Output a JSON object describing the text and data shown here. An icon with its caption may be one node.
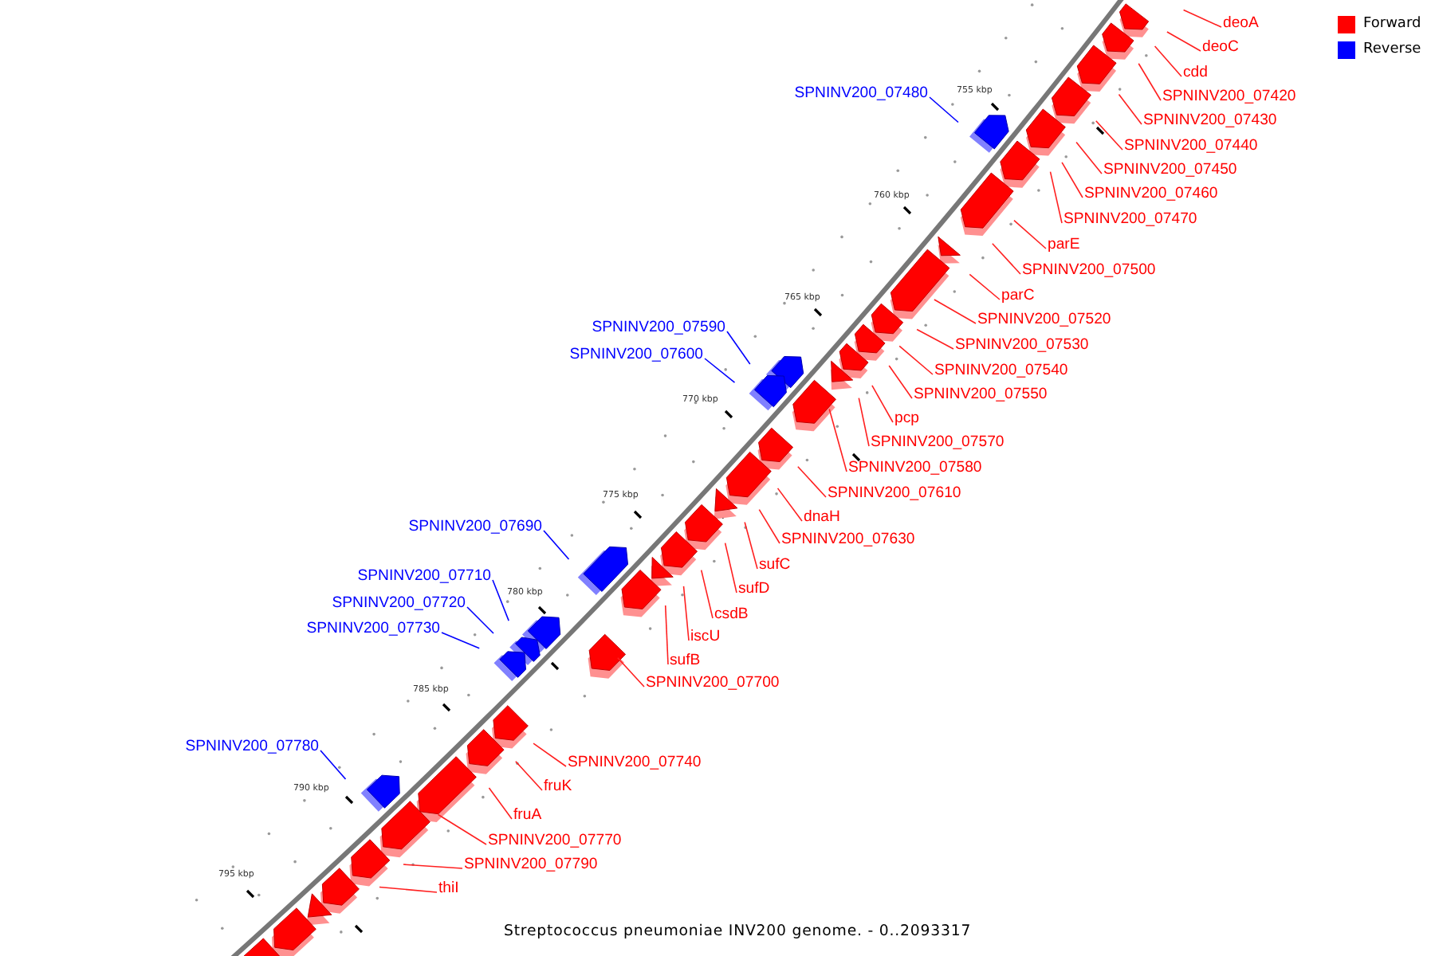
{
  "diagram": {
    "caption": "Streptococcus pneumoniae INV200 genome. - 0..2093317",
    "nodes": [
      {
        "text": [
          "deoA"
        ]
      },
      {
        "text": [
          "deoC"
        ]
      },
      {
        "text": [
          "cdd"
        ]
      },
      {
        "text": [
          "SPNINV200_07480"
        ]
      },
      {
        "text": [
          "SPNINV200_07420"
        ]
      },
      {
        "text": [
          "SPNINV200_07430"
        ]
      },
      {
        "text": [
          "SPNINV200_07440"
        ]
      },
      {
        "text": [
          "SPNINV200_07450"
        ]
      },
      {
        "text": [
          "SPNINV200_07460"
        ]
      },
      {
        "text": [
          "SPNINV200_07470"
        ]
      },
      {
        "text": [
          "parE"
        ]
      },
      {
        "text": [
          "SPNINV200_07500"
        ]
      },
      {
        "text": [
          "parC"
        ]
      },
      {
        "text": [
          "SPNINV200_07520"
        ]
      },
      {
        "text": [
          "SPNINV200_07590"
        ]
      },
      {
        "text": [
          "SPNINV200_07530"
        ]
      },
      {
        "text": [
          "SPNINV200_07600"
        ]
      },
      {
        "text": [
          "SPNINV200_07540"
        ]
      },
      {
        "text": [
          "SPNINV200_07550"
        ]
      },
      {
        "text": [
          "pcp"
        ]
      },
      {
        "text": [
          "SPNINV200_07570"
        ]
      },
      {
        "text": [
          "SPNINV200_07580"
        ]
      },
      {
        "text": [
          "SPNINV200_07610"
        ]
      },
      {
        "text": [
          "dnaH"
        ]
      },
      {
        "text": [
          "SPNINV200_07690"
        ]
      },
      {
        "text": [
          "SPNINV200_07630"
        ]
      },
      {
        "text": [
          "sufC"
        ]
      },
      {
        "text": [
          "SPNINV200_07710"
        ]
      },
      {
        "text": [
          "sufD"
        ]
      },
      {
        "text": [
          "SPNINV200_07720"
        ]
      },
      {
        "text": [
          "csdB"
        ]
      },
      {
        "text": [
          "SPNINV200_07730"
        ]
      },
      {
        "text": [
          "iscU"
        ]
      },
      {
        "text": [
          "sufB"
        ]
      },
      {
        "text": [
          "SPNINV200_07700"
        ]
      },
      {
        "text": [
          "SPNINV200_07780"
        ]
      },
      {
        "text": [
          "SPNINV200_07740"
        ]
      },
      {
        "text": [
          "fruK"
        ]
      },
      {
        "text": [
          "fruA"
        ]
      },
      {
        "text": [
          "SPNINV200_07770"
        ]
      },
      {
        "text": [
          "SPNINV200_07790"
        ]
      },
      {
        "text": [
          "thiI"
        ]
      }
    ],
    "edges": [
      {
        "from": 0,
        "to": null,
        "arrow": "none"
      },
      {
        "from": 1,
        "to": null,
        "arrow": "none"
      },
      {
        "from": 2,
        "to": null,
        "arrow": "none"
      },
      {
        "from": 3,
        "to": null,
        "arrow": "none",
        "color": "#0000ff"
      },
      {
        "from": 4,
        "to": null,
        "arrow": "none"
      },
      {
        "from": 5,
        "to": null,
        "arrow": "none"
      },
      {
        "from": 6,
        "to": null,
        "arrow": "none"
      },
      {
        "from": 7,
        "to": null,
        "arrow": "none"
      },
      {
        "from": 8,
        "to": null,
        "arrow": "none"
      },
      {
        "from": 9,
        "to": null,
        "arrow": "none"
      },
      {
        "from": 10,
        "to": null,
        "arrow": "none"
      },
      {
        "from": 11,
        "to": null,
        "arrow": "none"
      },
      {
        "from": 12,
        "to": null,
        "arrow": "none"
      },
      {
        "from": 13,
        "to": null,
        "arrow": "none"
      },
      {
        "from": 14,
        "to": null,
        "arrow": "none",
        "color": "#0000ff"
      },
      {
        "from": 15,
        "to": null,
        "arrow": "none"
      },
      {
        "from": 16,
        "to": null,
        "arrow": "none",
        "color": "#0000ff"
      },
      {
        "from": 17,
        "to": null,
        "arrow": "none"
      },
      {
        "from": 18,
        "to": null,
        "arrow": "none"
      },
      {
        "from": 19,
        "to": null,
        "arrow": "none"
      },
      {
        "from": 20,
        "to": null,
        "arrow": "none"
      },
      {
        "from": 21,
        "to": null,
        "arrow": "none"
      },
      {
        "from": 22,
        "to": null,
        "arrow": "none"
      },
      {
        "from": 23,
        "to": null,
        "arrow": "none"
      },
      {
        "from": 24,
        "to": null,
        "arrow": "none",
        "color": "#0000ff"
      },
      {
        "from": 25,
        "to": null,
        "arrow": "none"
      },
      {
        "from": 26,
        "to": null,
        "arrow": "none"
      },
      {
        "from": 27,
        "to": null,
        "arrow": "none",
        "color": "#0000ff"
      },
      {
        "from": 28,
        "to": null,
        "arrow": "none"
      },
      {
        "from": 29,
        "to": null,
        "arrow": "none",
        "color": "#0000ff"
      },
      {
        "from": 30,
        "to": null,
        "arrow": "none"
      },
      {
        "from": 31,
        "to": null,
        "arrow": "none",
        "color": "#0000ff"
      },
      {
        "from": 32,
        "to": null,
        "arrow": "none"
      },
      {
        "from": 33,
        "to": null,
        "arrow": "none"
      },
      {
        "from": 34,
        "to": null,
        "arrow": "none"
      },
      {
        "from": 35,
        "to": null,
        "arrow": "none",
        "color": "#0000ff"
      },
      {
        "from": 36,
        "to": null,
        "arrow": "none"
      },
      {
        "from": 37,
        "to": null,
        "arrow": "none"
      },
      {
        "from": 38,
        "to": null,
        "arrow": "none"
      },
      {
        "from": 39,
        "to": null,
        "arrow": "none"
      },
      {
        "from": 40,
        "to": null,
        "arrow": "none"
      },
      {
        "from": 41,
        "to": null,
        "arrow": "none"
      }
    ],
    "labels": [
      "755 kbp",
      "760 kbp",
      "765 kbp",
      "770 kbp",
      "775 kbp",
      "780 kbp",
      "785 kbp",
      "790 kbp",
      "795 kbp"
    ],
    "legend": [
      {
        "text": "Forward",
        "color": "#ff0000"
      },
      {
        "text": "Reverse",
        "color": "#0000ff"
      }
    ]
  }
}
